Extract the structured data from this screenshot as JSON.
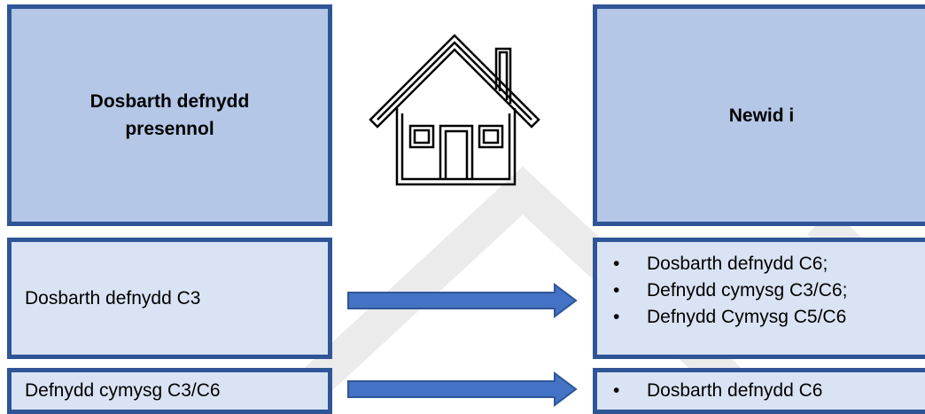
{
  "headers": {
    "left": [
      "Dosbarth defnydd",
      "presennol"
    ],
    "right": "Newid i"
  },
  "rows": [
    {
      "current": "Dosbarth defnydd C3",
      "change_to": [
        "Dosbarth defnydd C6;",
        "Defnydd cymysg C3/C6;",
        "Defnydd Cymysg C5/C6"
      ]
    },
    {
      "current": "Defnydd cymysg C3/C6",
      "change_to": [
        "Dosbarth defnydd C6"
      ]
    }
  ],
  "icons": {
    "center": "house-icon",
    "connector": "right-arrow-icon"
  },
  "colors": {
    "border": "#2f5597",
    "header_fill": "#b4c7e7",
    "cell_fill": "#dae3f3",
    "arrow_fill": "#4472c4",
    "watermark": "#e7e7e7"
  }
}
